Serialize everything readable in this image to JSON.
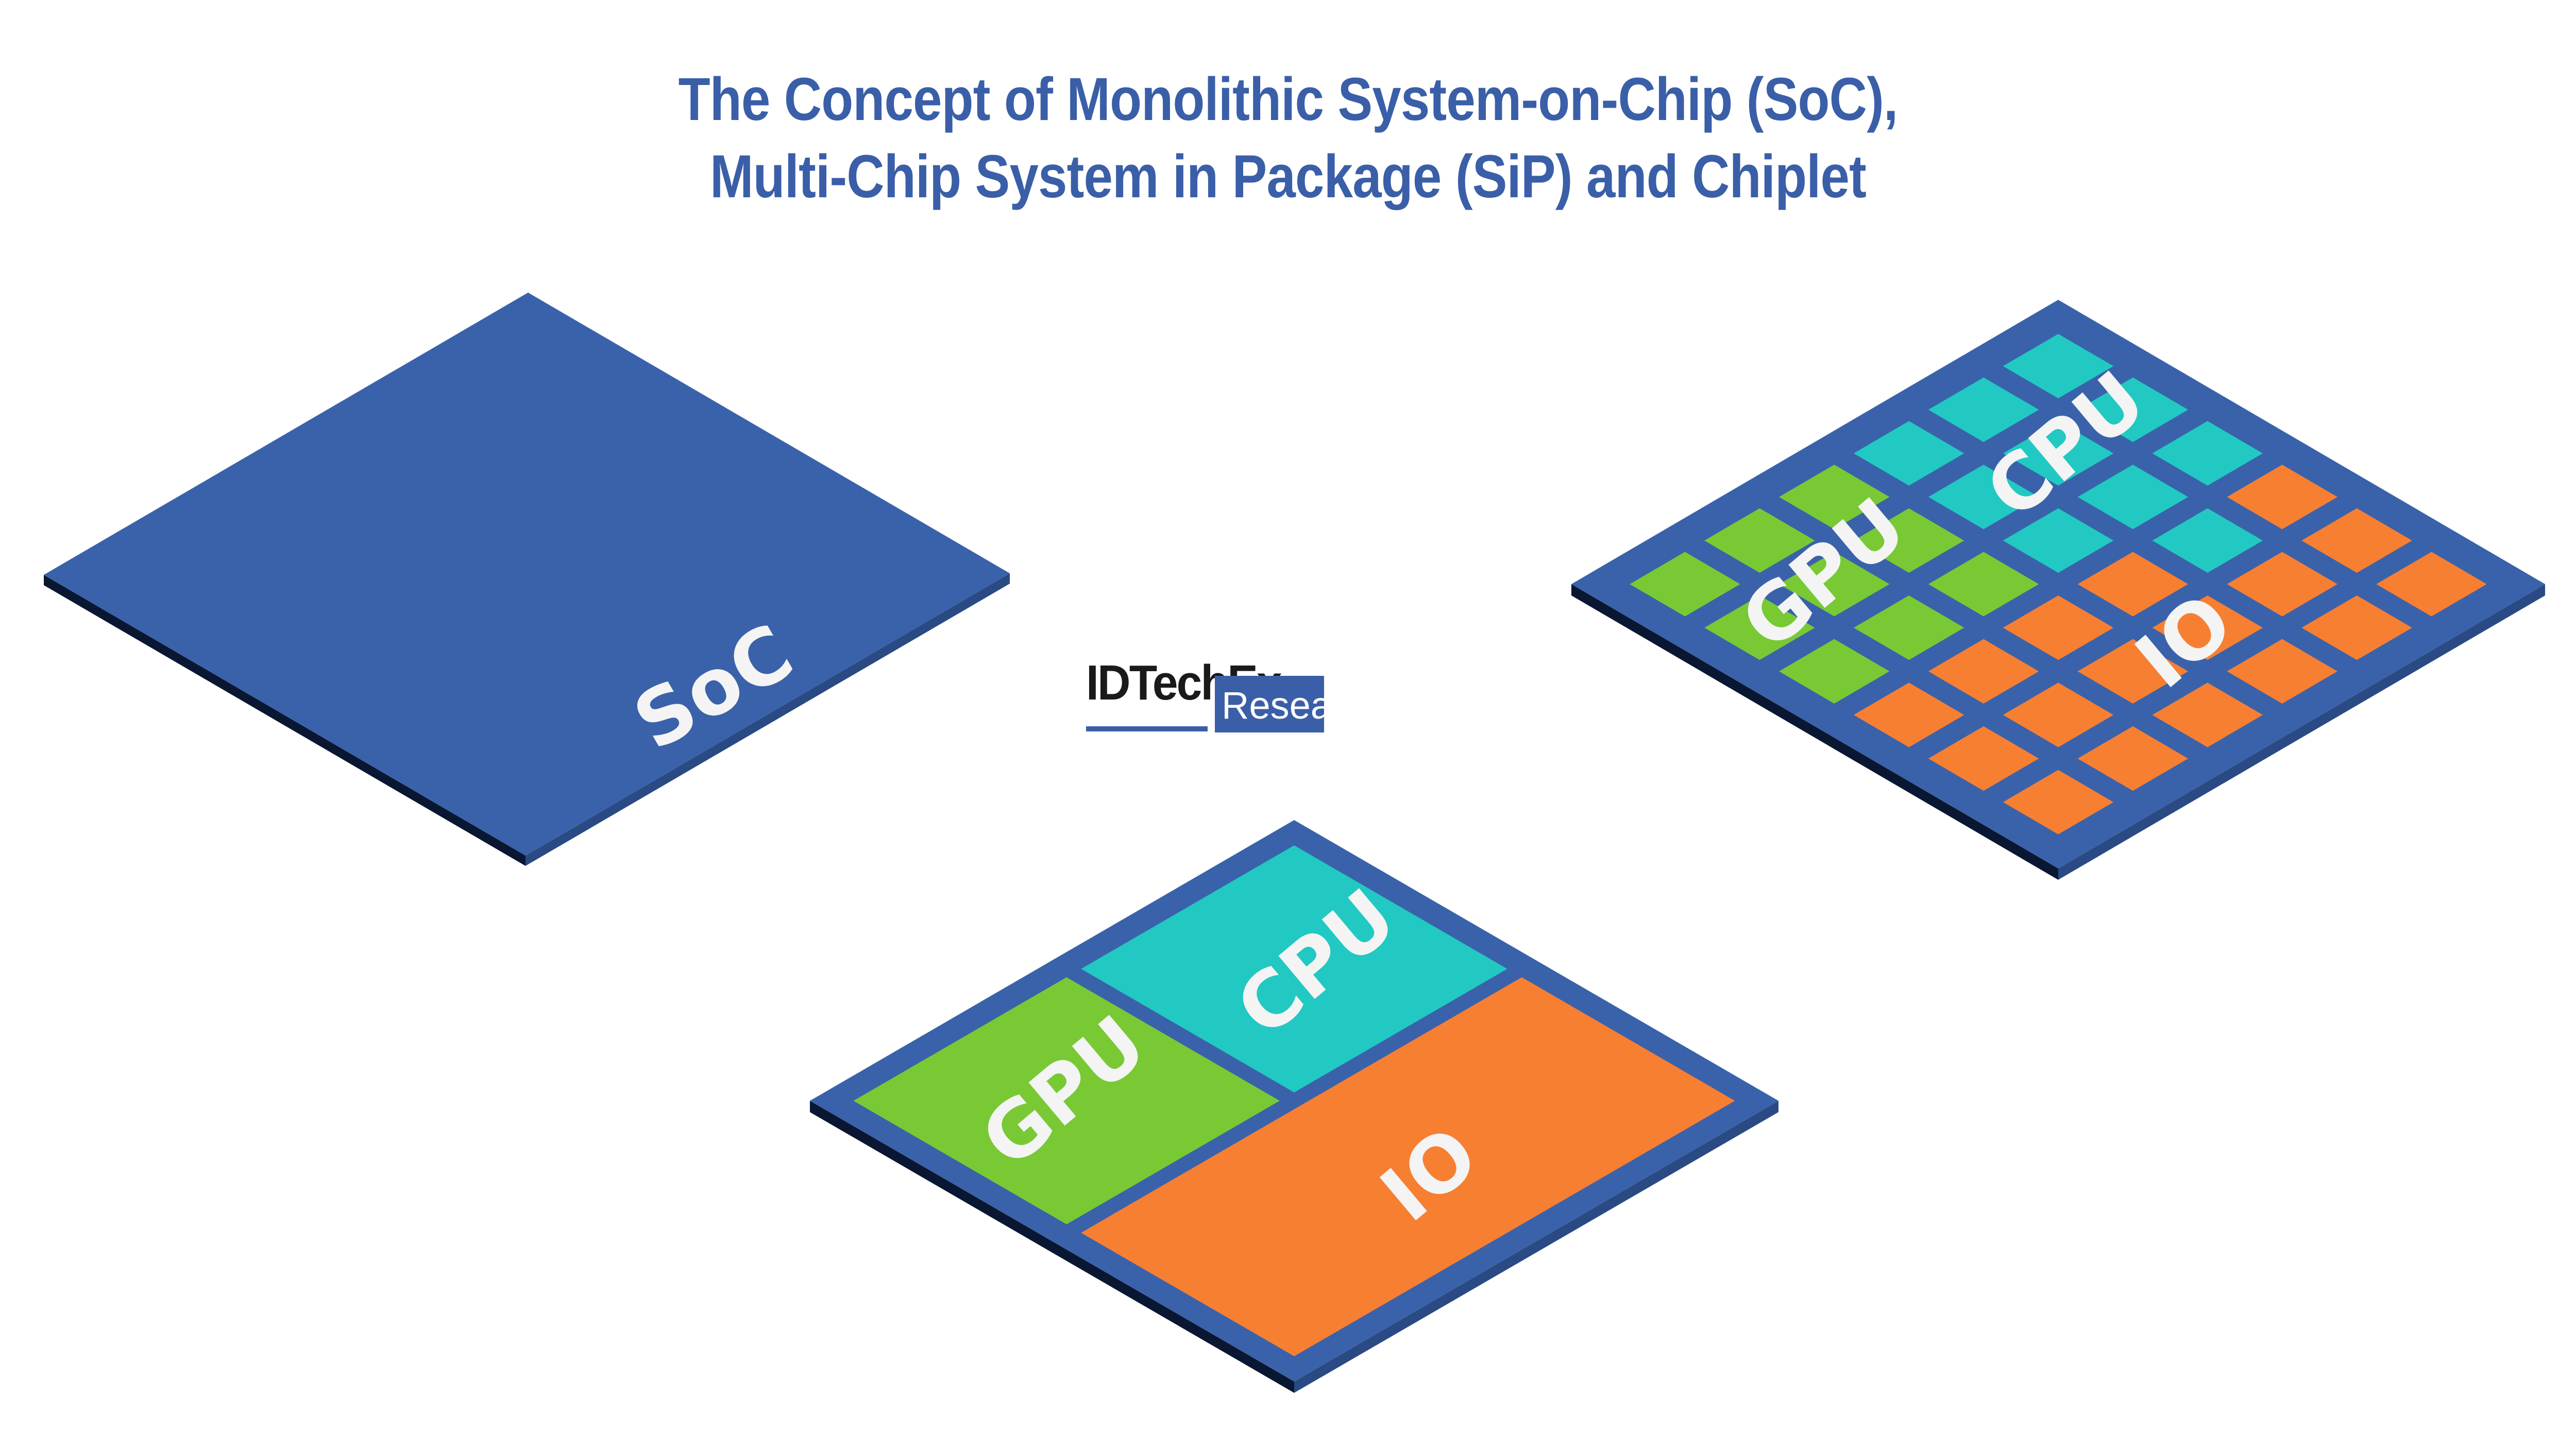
{
  "title": {
    "line1": "The Concept of Monolithic System-on-Chip (SoC),",
    "line2": "Multi-Chip System in Package (SiP) and Chiplet"
  },
  "logo": {
    "brand": "IDTechEx",
    "tag": "Research"
  },
  "colors": {
    "substrate": "#3a62aa",
    "substrate_dark_left": "#0a1732",
    "substrate_dark_right": "#2a4a84",
    "cpu": "#21c9c2",
    "gpu": "#78c934",
    "io": "#f77f32",
    "label": "#f4f4f4",
    "title": "#3a5fa8"
  },
  "soc": {
    "label": "SoC"
  },
  "sip": {
    "blocks": [
      {
        "name": "CPU",
        "label": "CPU",
        "color_key": "cpu"
      },
      {
        "name": "GPU",
        "label": "GPU",
        "color_key": "gpu"
      },
      {
        "name": "IO",
        "label": "IO",
        "color_key": "io"
      }
    ]
  },
  "chiplet": {
    "grid_size": 6,
    "labels": {
      "cpu": "CPU",
      "gpu": "GPU",
      "io": "IO"
    },
    "cells": [
      [
        "cpu",
        "cpu",
        "cpu",
        "gpu",
        "gpu",
        "gpu"
      ],
      [
        "cpu",
        "cpu",
        "cpu",
        "gpu",
        "gpu",
        "gpu"
      ],
      [
        "cpu",
        "cpu",
        "cpu",
        "gpu",
        "gpu",
        "gpu"
      ],
      [
        "io",
        "cpu",
        "io",
        "io",
        "io",
        "io"
      ],
      [
        "io",
        "io",
        "io",
        "io",
        "io",
        "io"
      ],
      [
        "io",
        "io",
        "io",
        "io",
        "io",
        "io"
      ]
    ]
  }
}
